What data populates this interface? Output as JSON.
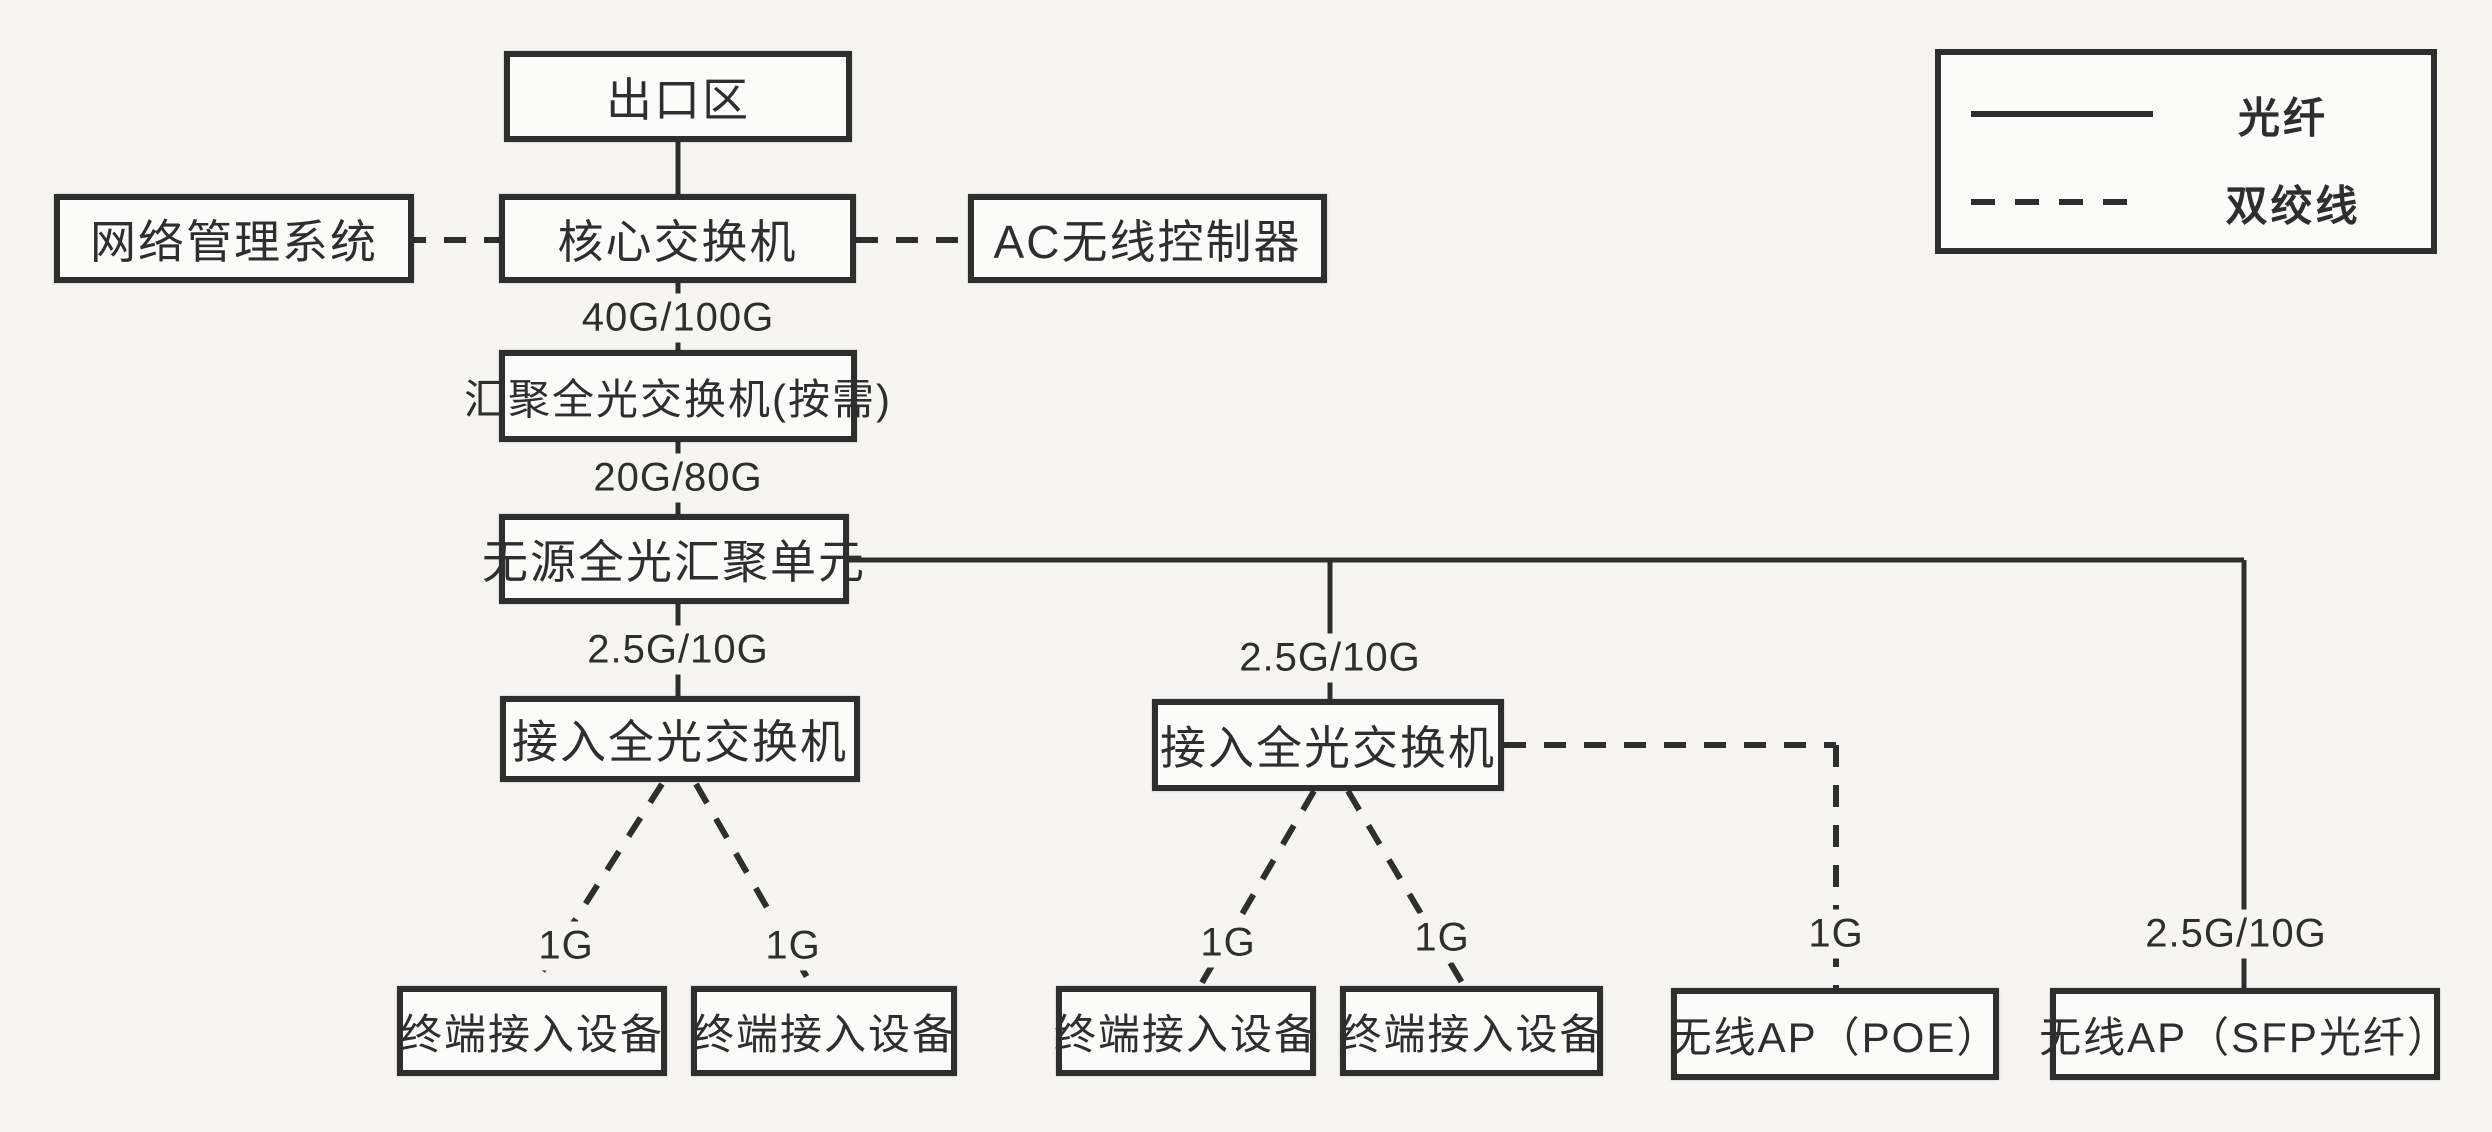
{
  "diagram": {
    "nodes": {
      "exit_zone": {
        "label": "出口区"
      },
      "nms": {
        "label": "网络管理系统"
      },
      "core_switch": {
        "label": "核心交换机"
      },
      "ac_controller": {
        "label": "AC无线控制器"
      },
      "agg_switch": {
        "label": "汇聚全光交换机(按需)"
      },
      "passive_unit": {
        "label": "无源全光汇聚单元"
      },
      "access_switch_1": {
        "label": "接入全光交换机"
      },
      "access_switch_2": {
        "label": "接入全光交换机"
      },
      "terminal_1": {
        "label": "终端接入设备"
      },
      "terminal_2": {
        "label": "终端接入设备"
      },
      "terminal_3": {
        "label": "终端接入设备"
      },
      "terminal_4": {
        "label": "终端接入设备"
      },
      "ap_poe": {
        "label": "无线AP（POE）"
      },
      "ap_sfp": {
        "label": "无线AP（SFP光纤）"
      }
    },
    "edge_labels": {
      "core_to_agg": "40G/100G",
      "agg_to_passive": "20G/80G",
      "passive_to_access1": "2.5G/10G",
      "trunk_to_access2": "2.5G/10G",
      "trunk_to_ap_sfp": "2.5G/10G",
      "access1_to_terminal1": "1G",
      "access1_to_terminal2": "1G",
      "access2_to_terminal3": "1G",
      "access2_to_terminal4": "1G",
      "access2_to_ap_poe": "1G"
    },
    "legend": {
      "fiber": "光纤",
      "twisted_pair": "双绞线"
    },
    "colors": {
      "ink": "#2e2e2e",
      "paper": "#f6f5f2",
      "box_fill": "#fbfbf9"
    }
  }
}
